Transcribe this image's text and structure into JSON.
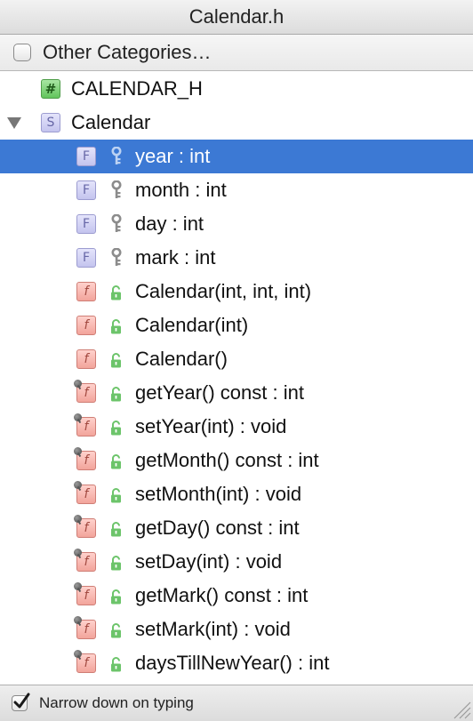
{
  "window": {
    "title": "Calendar.h"
  },
  "categories": {
    "label": "Other Categories…",
    "checked": false
  },
  "tree": [
    {
      "text": "CALENDAR_H",
      "kind": "macro",
      "badge": "#",
      "indent": 0,
      "expanded": false,
      "pinned": false,
      "selected": false,
      "access": "none"
    },
    {
      "text": "Calendar",
      "kind": "struct",
      "badge": "S",
      "indent": 0,
      "expanded": true,
      "pinned": false,
      "selected": false,
      "access": "none"
    },
    {
      "text": "year : int",
      "kind": "field",
      "badge": "F",
      "indent": 1,
      "pinned": false,
      "selected": true,
      "access": "private"
    },
    {
      "text": "month : int",
      "kind": "field",
      "badge": "F",
      "indent": 1,
      "pinned": false,
      "selected": false,
      "access": "private"
    },
    {
      "text": "day : int",
      "kind": "field",
      "badge": "F",
      "indent": 1,
      "pinned": false,
      "selected": false,
      "access": "private"
    },
    {
      "text": "mark : int",
      "kind": "field",
      "badge": "F",
      "indent": 1,
      "pinned": false,
      "selected": false,
      "access": "private"
    },
    {
      "text": "Calendar(int, int, int)",
      "kind": "function",
      "badge": "f",
      "indent": 1,
      "pinned": false,
      "selected": false,
      "access": "public"
    },
    {
      "text": "Calendar(int)",
      "kind": "function",
      "badge": "f",
      "indent": 1,
      "pinned": false,
      "selected": false,
      "access": "public"
    },
    {
      "text": "Calendar()",
      "kind": "function",
      "badge": "f",
      "indent": 1,
      "pinned": false,
      "selected": false,
      "access": "public"
    },
    {
      "text": "getYear() const : int",
      "kind": "function",
      "badge": "f",
      "indent": 1,
      "pinned": true,
      "selected": false,
      "access": "public"
    },
    {
      "text": "setYear(int) : void",
      "kind": "function",
      "badge": "f",
      "indent": 1,
      "pinned": true,
      "selected": false,
      "access": "public"
    },
    {
      "text": "getMonth() const : int",
      "kind": "function",
      "badge": "f",
      "indent": 1,
      "pinned": true,
      "selected": false,
      "access": "public"
    },
    {
      "text": "setMonth(int) : void",
      "kind": "function",
      "badge": "f",
      "indent": 1,
      "pinned": true,
      "selected": false,
      "access": "public"
    },
    {
      "text": "getDay() const : int",
      "kind": "function",
      "badge": "f",
      "indent": 1,
      "pinned": true,
      "selected": false,
      "access": "public"
    },
    {
      "text": "setDay(int) : void",
      "kind": "function",
      "badge": "f",
      "indent": 1,
      "pinned": true,
      "selected": false,
      "access": "public"
    },
    {
      "text": "getMark() const : int",
      "kind": "function",
      "badge": "f",
      "indent": 1,
      "pinned": true,
      "selected": false,
      "access": "public"
    },
    {
      "text": "setMark(int) : void",
      "kind": "function",
      "badge": "f",
      "indent": 1,
      "pinned": true,
      "selected": false,
      "access": "public"
    },
    {
      "text": "daysTillNewYear() : int",
      "kind": "function",
      "badge": "f",
      "indent": 1,
      "pinned": true,
      "selected": false,
      "access": "public"
    }
  ],
  "footer": {
    "label": "Narrow down on typing",
    "checked": true
  },
  "colors": {
    "selection": "#3c79d4",
    "macro_badge": "#7ed477",
    "struct_badge": "#d2d2f5",
    "field_badge": "#d2d2f5",
    "function_badge": "#f9bab2",
    "public_lock": "#6cc46a",
    "private_key": "#8c8c8c"
  },
  "icons": {
    "macro": "hash-badge-icon",
    "struct": "struct-badge-icon",
    "field": "field-badge-icon",
    "function": "function-badge-icon",
    "private": "key-icon",
    "public": "open-lock-icon",
    "pinned": "pin-icon",
    "expand": "disclosure-triangle-icon"
  }
}
